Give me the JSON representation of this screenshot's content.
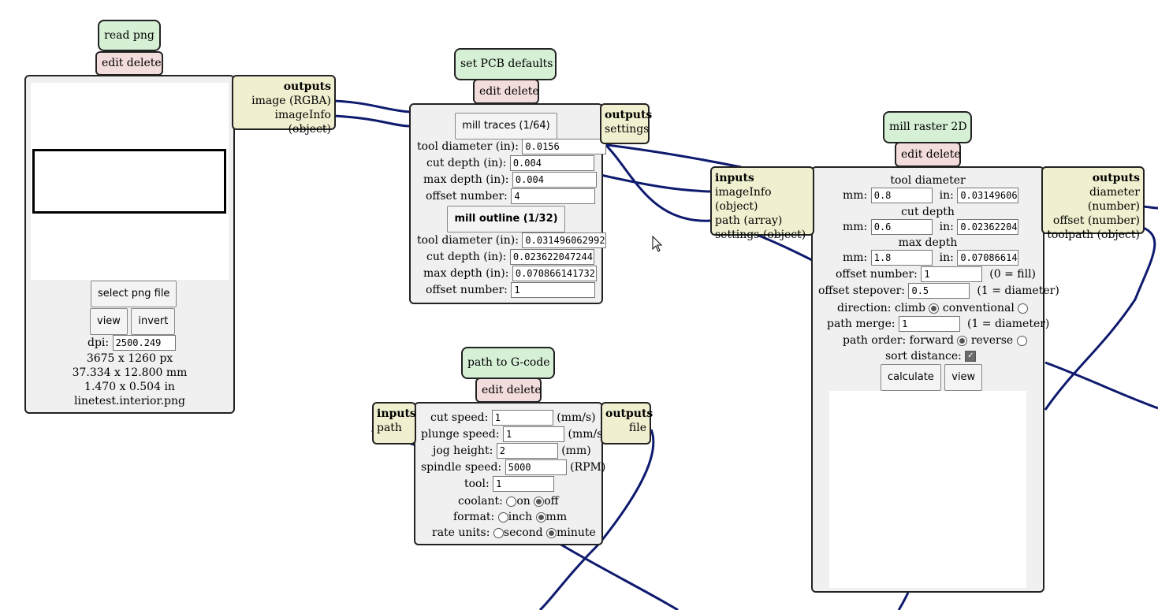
{
  "wire_color": "#0e1a6e",
  "read_png": {
    "title": "read png",
    "edit": "edit delete",
    "outputs_head": "outputs",
    "outputs": [
      "image (RGBA)",
      "imageInfo (object)"
    ],
    "select_btn": "select png file",
    "view_btn": "view",
    "invert_btn": "invert",
    "dpi_label": "dpi:",
    "dpi_value": "2500.249",
    "info_px": "3675 x 1260 px",
    "info_mm": "37.334 x 12.800 mm",
    "info_in": "1.470 x 0.504 in",
    "filename": "linetest.interior.png"
  },
  "pcb": {
    "title": "set PCB defaults",
    "edit": "edit delete",
    "outputs_head": "outputs",
    "outputs_label": "settings",
    "traces_btn": "mill traces (1/64)",
    "outline_btn": "mill outline (1/32)",
    "traces": [
      {
        "label": "tool diameter (in):",
        "value": "0.0156"
      },
      {
        "label": "cut depth (in):",
        "value": "0.004"
      },
      {
        "label": "max depth (in):",
        "value": "0.004"
      },
      {
        "label": "offset number:",
        "value": "4"
      }
    ],
    "outline": [
      {
        "label": "tool diameter (in):",
        "value": "0.031496062992"
      },
      {
        "label": "cut depth (in):",
        "value": "0.023622047244"
      },
      {
        "label": "max depth (in):",
        "value": "0.070866141732"
      },
      {
        "label": "offset number:",
        "value": "1"
      }
    ]
  },
  "gcode": {
    "title": "path to G-code",
    "edit": "edit delete",
    "inputs_head": "inputs",
    "inputs_label": "path",
    "outputs_head": "outputs",
    "outputs_label": "file",
    "fields": [
      {
        "label": "cut speed:",
        "value": "1",
        "unit": "(mm/s)"
      },
      {
        "label": "plunge speed:",
        "value": "1",
        "unit": "(mm/s)"
      },
      {
        "label": "jog height:",
        "value": "2",
        "unit": "(mm)"
      },
      {
        "label": "spindle speed:",
        "value": "5000",
        "unit": "(RPM)"
      },
      {
        "label": "tool:",
        "value": "1",
        "unit": ""
      }
    ],
    "coolant_label": "coolant:",
    "coolant_on": "on",
    "coolant_off": "off",
    "format_label": "format:",
    "format_inch": "inch",
    "format_mm": "mm",
    "rate_label": "rate units:",
    "rate_second": "second",
    "rate_minute": "minute"
  },
  "raster": {
    "title": "mill raster 2D",
    "edit": "edit delete",
    "inputs_head": "inputs",
    "inputs": [
      "imageInfo (object)",
      "path (array)",
      "settings (object)"
    ],
    "outputs_head": "outputs",
    "outputs": [
      "diameter (number)",
      "offset (number)",
      "toolpath (object)"
    ],
    "tool_diameter_head": "tool diameter",
    "cut_depth_head": "cut depth",
    "max_depth_head": "max depth",
    "mm_label": "mm:",
    "in_label": "in:",
    "tool_mm": "0.8",
    "tool_in": "0.03149606",
    "cut_mm": "0.6",
    "cut_in": "0.02362204",
    "max_mm": "1.8",
    "max_in": "0.07086614",
    "offset_number_label": "offset number:",
    "offset_number_value": "1",
    "offset_number_note": "(0 = fill)",
    "stepover_label": "offset stepover:",
    "stepover_value": "0.5",
    "stepover_note": "(1 = diameter)",
    "direction_label": "direction: climb",
    "direction_conv": "conventional",
    "merge_label": "path merge:",
    "merge_value": "1",
    "merge_note": "(1 = diameter)",
    "order_label": "path order: forward",
    "order_reverse": "reverse",
    "sort_label": "sort distance:",
    "calc_btn": "calculate",
    "view_btn": "view"
  }
}
